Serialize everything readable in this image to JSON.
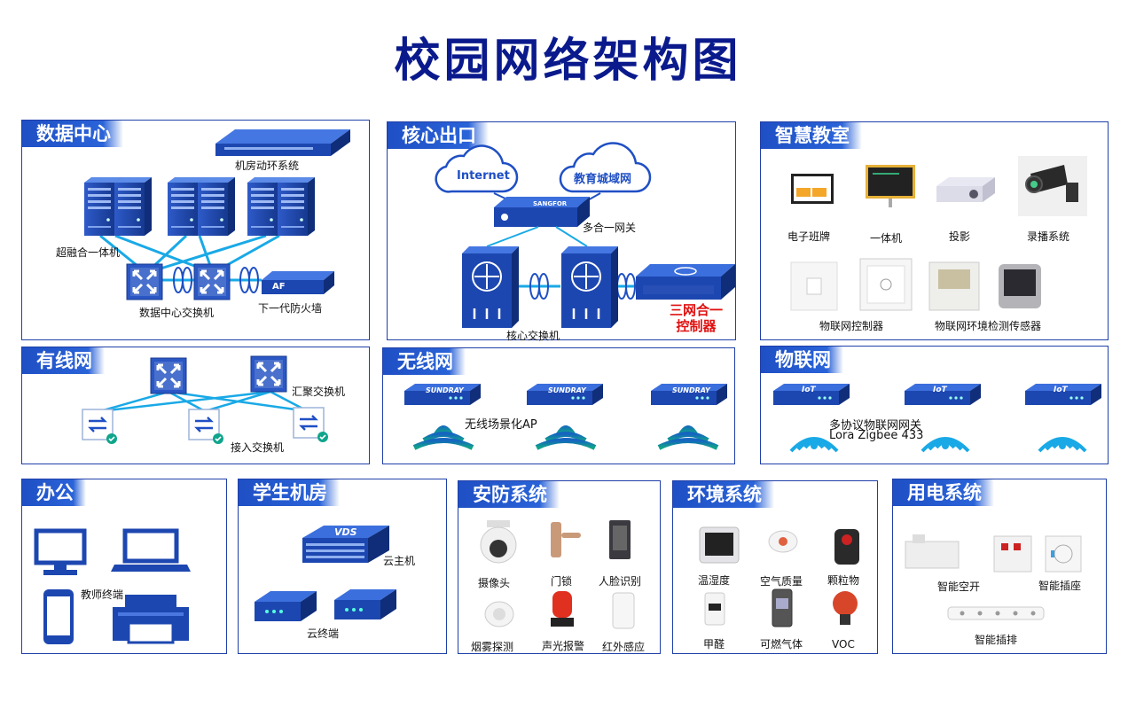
{
  "title": "校园网络架构图",
  "colors": {
    "accent": "#1f4fc4",
    "link": "#19a9e6",
    "title": "#0a1a8c",
    "alert": "#e01010"
  },
  "datacenter": {
    "title": "数据中心",
    "env_system": "机房动环系统",
    "hci": "超融合一体机",
    "dc_switch": "数据中心交换机",
    "ngfw": "下一代防火墙",
    "ngfw_badge": "AF"
  },
  "core": {
    "title": "核心出口",
    "internet": "Internet",
    "edu_net": "教育城域网",
    "gateway": "多合一网关",
    "gateway_brand": "SANGFOR",
    "core_switch": "核心交换机",
    "controller": "三网合一控制器"
  },
  "classroom": {
    "title": "智慧教室",
    "items": [
      "电子班牌",
      "一体机",
      "投影",
      "录播系统"
    ],
    "iot_controller": "物联网控制器",
    "env_sensor": "物联网环境检测传感器"
  },
  "wired": {
    "title": "有线网",
    "aggregation": "汇聚交换机",
    "access": "接入交换机"
  },
  "wireless": {
    "title": "无线网",
    "ap": "无线场景化AP",
    "brand": "SUNDRAY"
  },
  "iot": {
    "title": "物联网",
    "gateway": "多协议物联网网关",
    "protocols": "Lora  Zigbee 433",
    "badge": "IoT"
  },
  "office": {
    "title": "办公",
    "teacher": "教师终端"
  },
  "lab": {
    "title": "学生机房",
    "host": "云主机",
    "host_badge": "VDS",
    "terminal": "云终端"
  },
  "security": {
    "title": "安防系统",
    "items": [
      "摄像头",
      "门锁",
      "人脸识别",
      "烟雾探测",
      "声光报警",
      "红外感应"
    ]
  },
  "environment": {
    "title": "环境系统",
    "items": [
      "温湿度",
      "空气质量",
      "颗粒物",
      "甲醛",
      "可燃气体",
      "VOC"
    ]
  },
  "power": {
    "title": "用电系统",
    "items": [
      "智能空开",
      "智能插座",
      "智能插排"
    ]
  }
}
